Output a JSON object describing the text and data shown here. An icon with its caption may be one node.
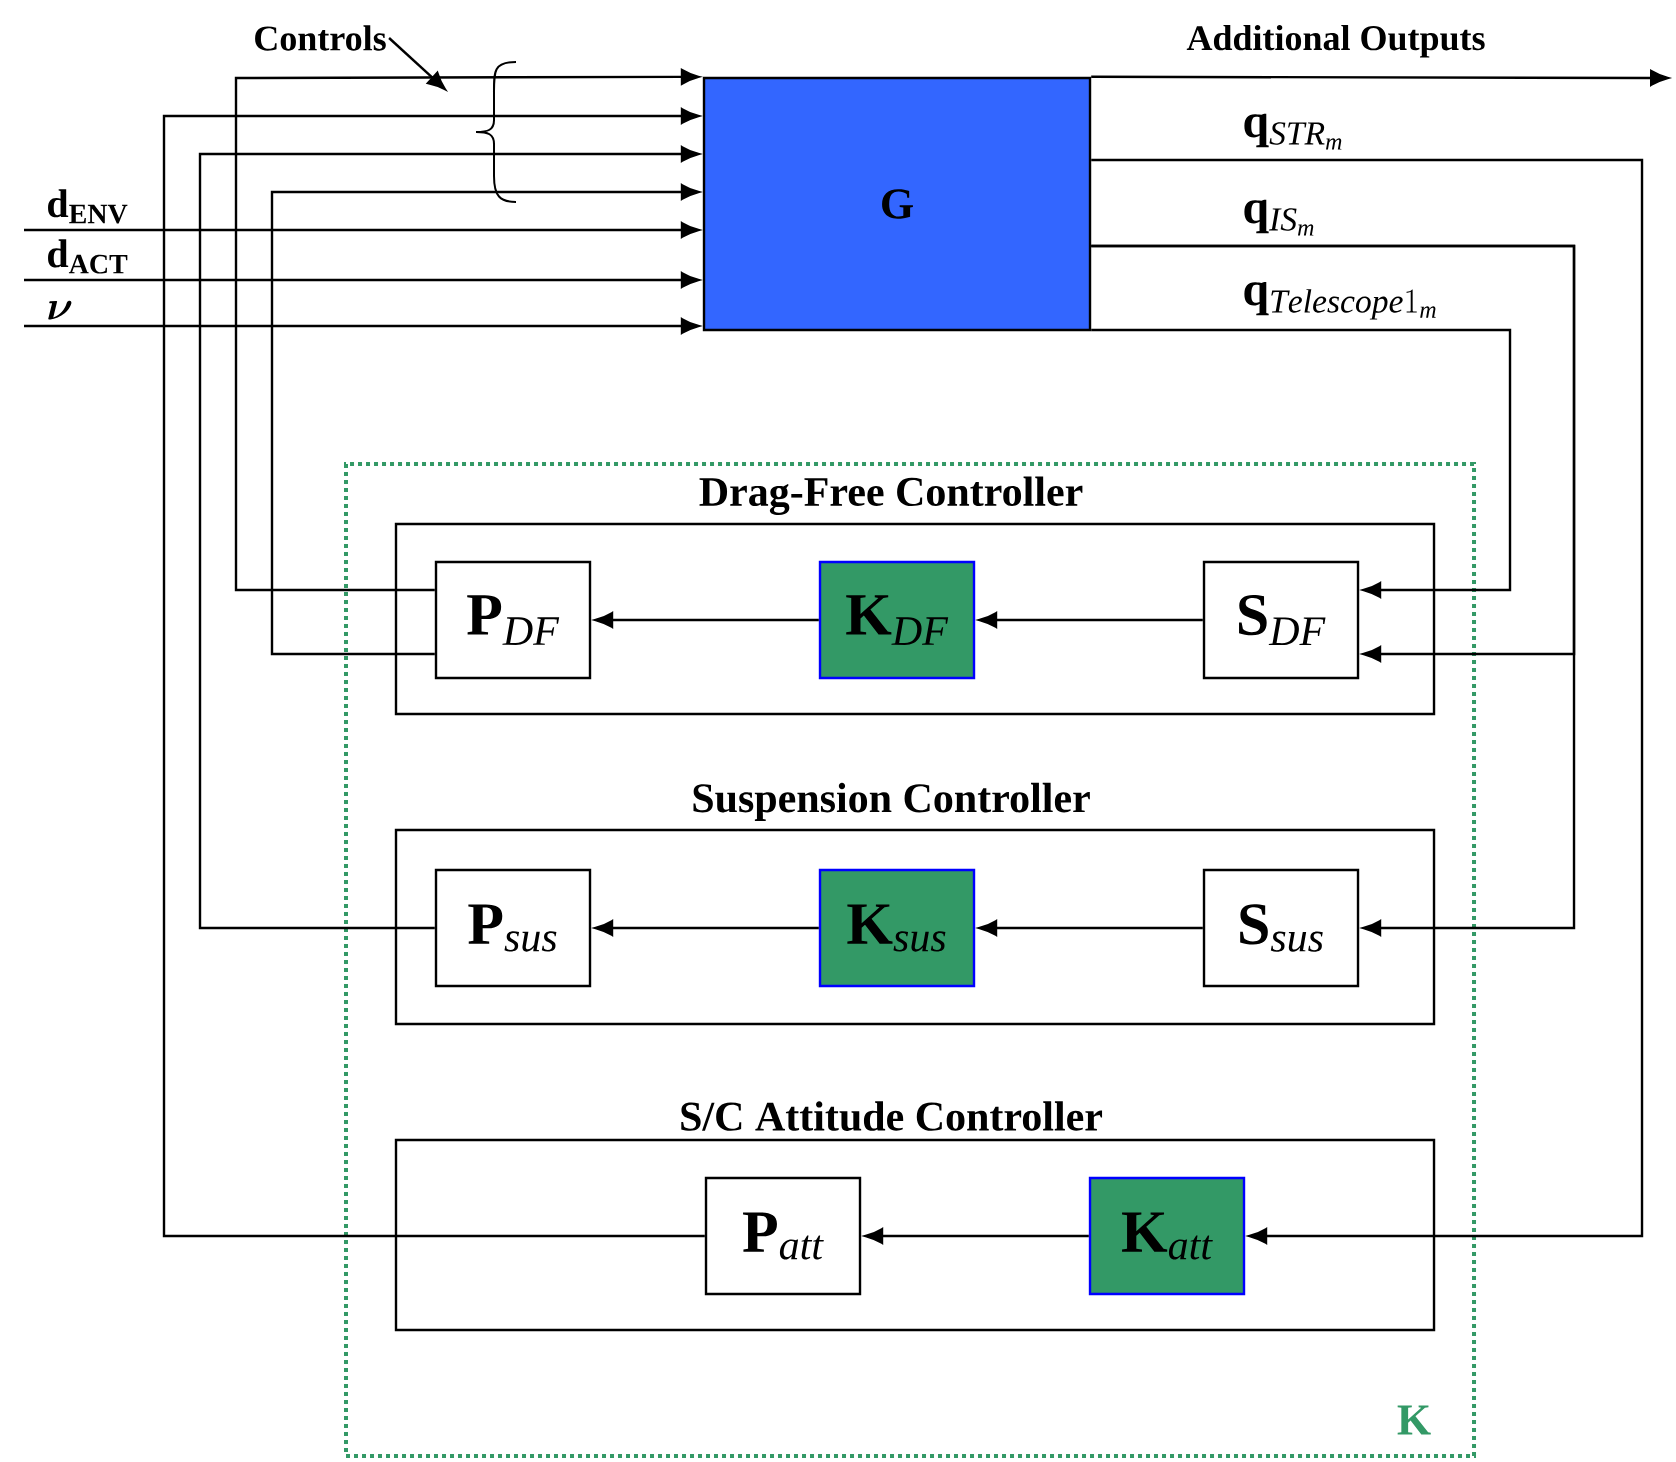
{
  "diagram": {
    "nodes": [
      {
        "text": [
          "G"
        ]
      },
      {
        "text": [
          "K"
        ]
      },
      {
        "text": [
          "Drag-Free Controller"
        ],
        "in": 1
      },
      {
        "text": [
          "\\mathbf{P}_{\\mathit{DF}}"
        ],
        "in": 2
      },
      {
        "text": [
          "\\mathbf{K}_{\\mathit{DF}}"
        ],
        "in": 2
      },
      {
        "text": [
          "\\mathbf{S}_{\\mathit{DF}}"
        ],
        "in": 2
      },
      {
        "text": [
          "Suspension Controller"
        ],
        "in": 1
      },
      {
        "text": [
          "\\mathbf{P}_{\\mathit{sus}}"
        ],
        "in": 6
      },
      {
        "text": [
          "\\mathbf{K}_{\\mathit{sus}}"
        ],
        "in": 6
      },
      {
        "text": [
          "\\mathbf{S}_{\\mathit{sus}}"
        ],
        "in": 6
      },
      {
        "text": [
          "S/C Attitude Controller"
        ],
        "in": 1
      },
      {
        "text": [
          "\\mathbf{P}_{\\mathit{att}}"
        ],
        "in": 10
      },
      {
        "text": [
          "\\mathbf{K}_{\\mathit{att}}"
        ],
        "in": 10
      },
      {
        "text": [
          "Controls"
        ]
      }
    ],
    "edges": [
      {
        "from": null,
        "to": 0,
        "arrow": "to",
        "label": "\\mathbf{d}_{\\mathbf{ENV}}"
      },
      {
        "from": null,
        "to": 0,
        "arrow": "to",
        "label": "\\mathbf{d}_{\\mathbf{ACT}}"
      },
      {
        "from": null,
        "to": 0,
        "arrow": "to",
        "label": "\\boldsymbol{\\nu}"
      },
      {
        "from": 3,
        "to": 0,
        "arrow": "to"
      },
      {
        "from": 11,
        "to": 0,
        "arrow": "to"
      },
      {
        "from": 7,
        "to": 0,
        "arrow": "to"
      },
      {
        "from": 3,
        "to": 0,
        "arrow": "to"
      },
      {
        "from": 0,
        "to": null,
        "arrow": "to",
        "label": "Additional Outputs"
      },
      {
        "from": 0,
        "to": 12,
        "arrow": "to",
        "label": "\\mathbf{q}_{\\mathit{STR}_{\\mathit{m}}}"
      },
      {
        "from": 0,
        "to": 5,
        "arrow": "to",
        "label": "\\mathbf{q}_{\\mathit{IS}_{\\mathit{m}}}"
      },
      {
        "from": 0,
        "to": 9,
        "arrow": "to"
      },
      {
        "from": 0,
        "to": 5,
        "arrow": "to",
        "label": "\\mathbf{q}_{\\mathit{Telescope}1_{\\mathit{m}}}"
      },
      {
        "from": 4,
        "to": 3,
        "arrow": "to"
      },
      {
        "from": 5,
        "to": 4,
        "arrow": "to"
      },
      {
        "from": 8,
        "to": 7,
        "arrow": "to"
      },
      {
        "from": 9,
        "to": 8,
        "arrow": "to"
      },
      {
        "from": 12,
        "to": 11,
        "arrow": "to"
      },
      {
        "from": 13,
        "to": null,
        "arrow": "to"
      }
    ]
  }
}
